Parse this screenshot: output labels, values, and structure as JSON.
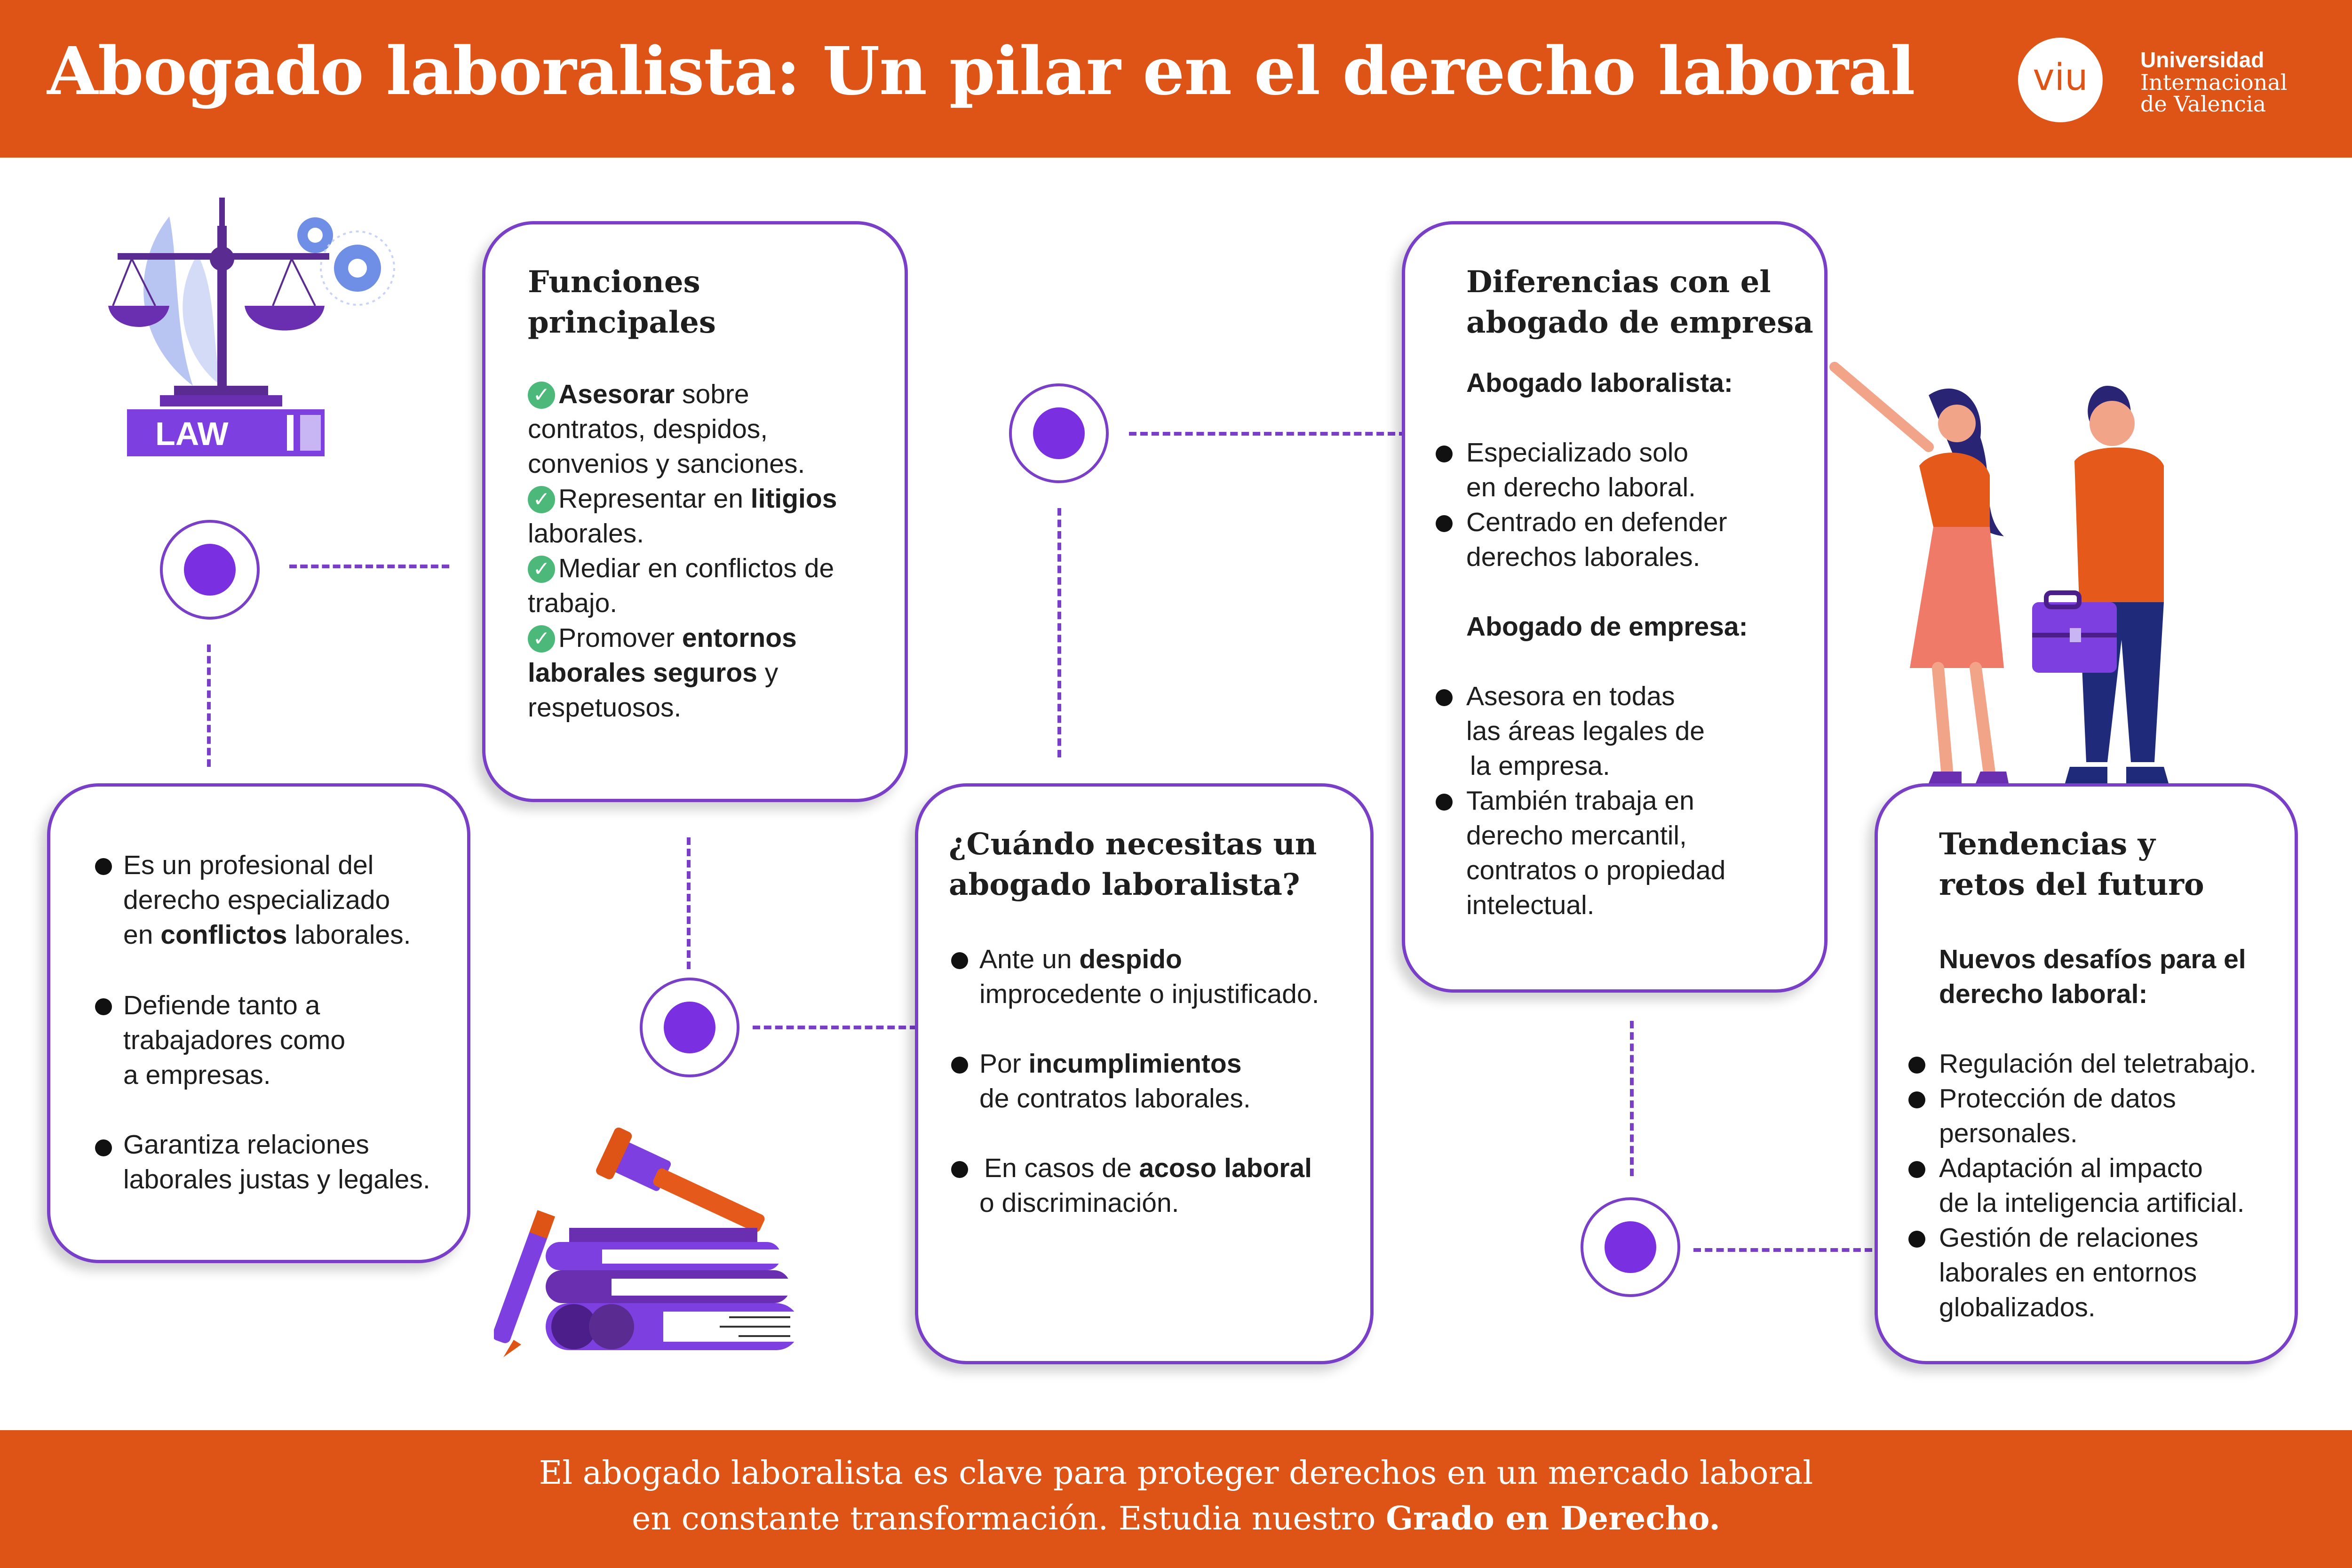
{
  "header": {
    "title": "Abogado laboralista: Un pilar en el derecho laboral"
  },
  "logo": {
    "mark": "viu",
    "line1": "Universidad",
    "line2": "Internacional",
    "line3": "de Valencia"
  },
  "illustrations": {
    "law_book_label": "LAW"
  },
  "card_intro": {
    "items": [
      [
        "Es un profesional del",
        "derecho especializado",
        "en ",
        "conflictos",
        " laborales."
      ],
      [
        "Defiende tanto a",
        "trabajadores como",
        "a empresas."
      ],
      [
        "Garantiza relaciones",
        "laborales justas y legales."
      ]
    ]
  },
  "card_funciones": {
    "title_l1": "Funciones",
    "title_l2": "principales",
    "i1_bold": "Asesorar",
    "i1_a": " sobre",
    "i1_b": "contratos, despidos,",
    "i1_c": "convenios y sanciones.",
    "i2_a": "Representar en ",
    "i2_bold": "litigios",
    "i2_b": "laborales.",
    "i3_a": "Mediar en conflictos de",
    "i3_b": "trabajo.",
    "i4_a": "Promover ",
    "i4_bold1": "entornos",
    "i4_bold2": "laborales seguros",
    "i4_b": " y",
    "i4_c": "respetuosos."
  },
  "card_cuando": {
    "title_l1": "¿Cuándo necesitas un",
    "title_l2": "abogado laboralista?",
    "i1_a": "Ante un ",
    "i1_bold": "despido",
    "i1_b": "improcedente o injustificado.",
    "i2_a": "Por ",
    "i2_bold": "incumplimientos",
    "i2_b": "de contratos laborales.",
    "i3_a": "En casos de ",
    "i3_bold": "acoso laboral",
    "i3_b": "o discriminación."
  },
  "card_diferencias": {
    "title_l1": "Diferencias con el",
    "title_l2": "abogado de empresa",
    "sub1": "Abogado laboralista:",
    "s1_i1_a": "Especializado solo",
    "s1_i1_b": "en derecho laboral.",
    "s1_i2_a": "Centrado en defender",
    "s1_i2_b": "derechos laborales.",
    "sub2": "Abogado de empresa:",
    "s2_i1_a": "Asesora en todas",
    "s2_i1_b": "las áreas legales de",
    "s2_i1_c": "la empresa.",
    "s2_i2_a": "También trabaja en",
    "s2_i2_b": "derecho mercantil,",
    "s2_i2_c": "contratos o propiedad",
    "s2_i2_d": "intelectual."
  },
  "card_tendencias": {
    "title_l1": "Tendencias y",
    "title_l2": "retos del futuro",
    "sub_l1": "Nuevos desafíos para el",
    "sub_l2": "derecho laboral:",
    "i1": "Regulación del teletrabajo.",
    "i2_a": "Protección de datos",
    "i2_b": "personales.",
    "i3_a": "Adaptación al impacto",
    "i3_b": "de la inteligencia artificial.",
    "i4_a": "Gestión de relaciones",
    "i4_b": "laborales en entornos",
    "i4_c": "globalizados."
  },
  "footer": {
    "line1": "El abogado laboralista es clave para proteger derechos en un mercado laboral",
    "line2_a": "en constante transformación. Estudia nuestro ",
    "line2_bold": "Grado en Derecho."
  },
  "colors": {
    "orange": "#de5417",
    "purple": "#7a3fc8",
    "check_green": "#4cb97a"
  }
}
